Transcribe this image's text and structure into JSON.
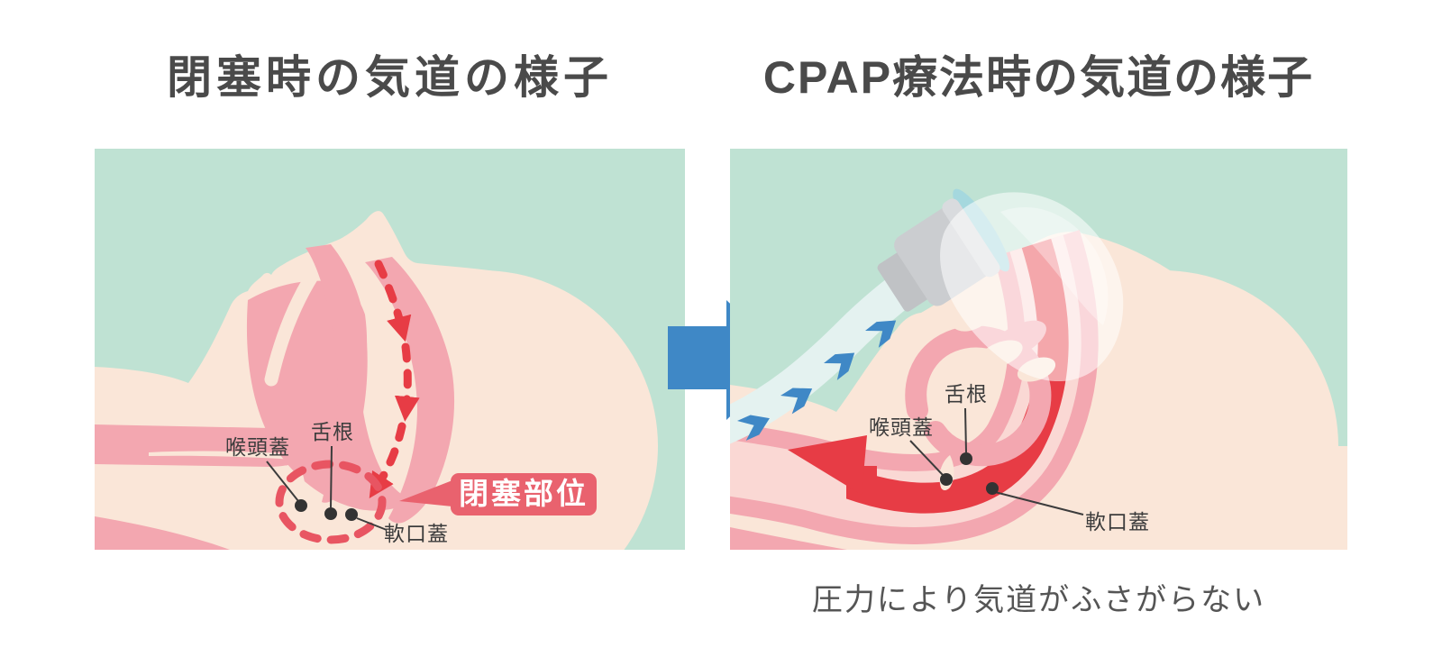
{
  "left_panel": {
    "title": "閉塞時の気道の様子",
    "label_epiglottis": "喉頭蓋",
    "label_tongue_root": "舌根",
    "label_soft_palate": "軟口蓋",
    "badge": "閉塞部位"
  },
  "right_panel": {
    "title": "CPAP療法時の気道の様子",
    "label_epiglottis": "喉頭蓋",
    "label_tongue_root": "舌根",
    "label_soft_palate": "軟口蓋",
    "caption": "圧力により気道がふさがらない"
  },
  "icons": {
    "transition_arrow": "right-arrow-icon",
    "tube_airflow": "chevron-airflow-icon",
    "blocked_airflow": "dashed-down-arrow-icon",
    "open_airflow": "curved-left-arrow-icon",
    "obstruction_marker": "dashed-circle-icon"
  },
  "colors": {
    "background": "#ffffff",
    "panel_mint": "#bfe2d3",
    "skin_light": "#fae6d8",
    "tissue_pink": "#f3a7b0",
    "tissue_light_stripe": "#fad8d4",
    "airflow_red": "#e73c45",
    "badge_red": "#e9626e",
    "arrow_blue": "#3f88c6",
    "tube_blue": "#e4f2f0",
    "connector_gray": "#cbcdd0",
    "label_text": "#3c3c3c",
    "title_text": "#4a4a4a"
  }
}
